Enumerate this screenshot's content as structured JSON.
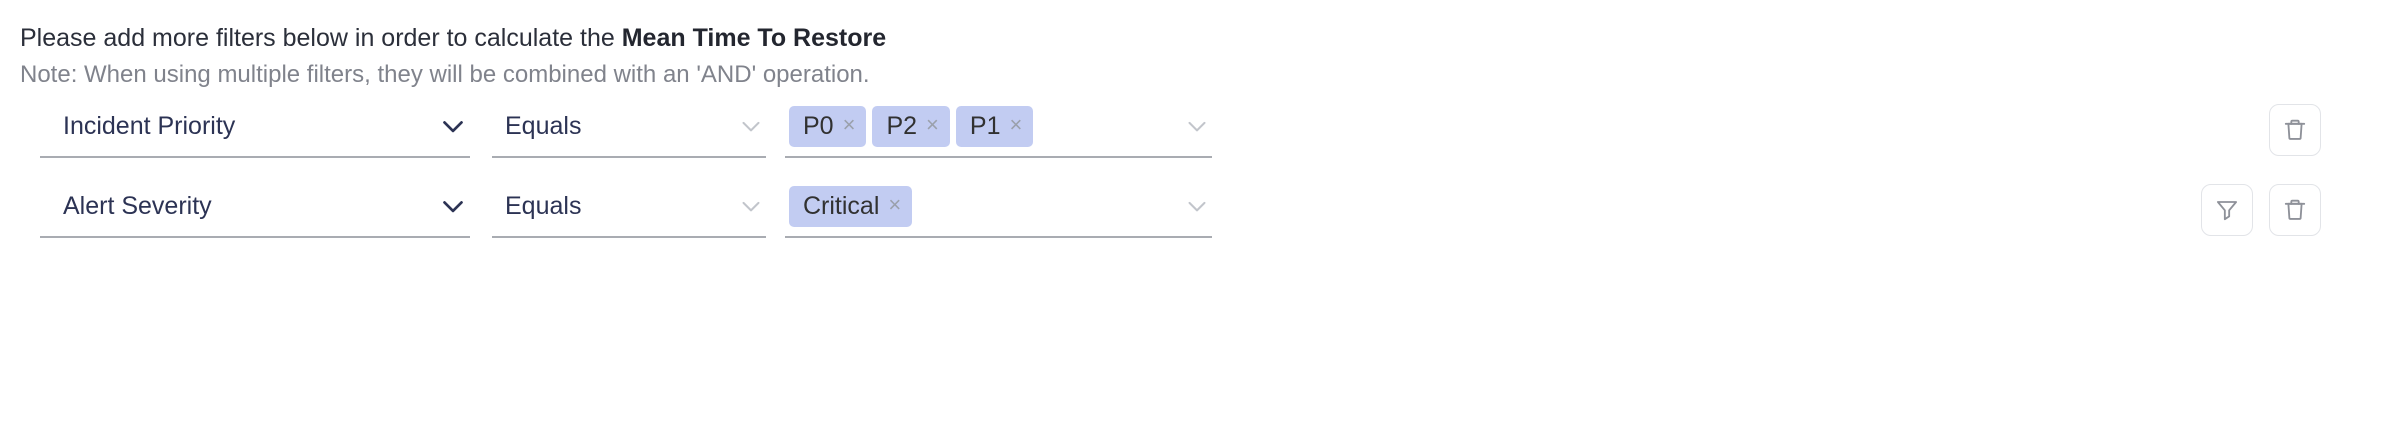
{
  "heading": {
    "text_prefix": "Please add more filters below in order to calculate the ",
    "text_strong": "Mean Time To Restore"
  },
  "note": {
    "text": "Note: When using multiple filters, they will be combined with an 'AND' operation."
  },
  "colors": {
    "tag_background": "#c2ccf2",
    "value_text": "#2c3354",
    "note_text": "#80838c",
    "underline": "#a9acb2",
    "button_border": "#e2e4e8",
    "icon_gray": "#8e9199"
  },
  "rows": [
    {
      "field": {
        "value": "Incident Priority",
        "chevron": "chevron-down-icon",
        "chevron_state": "active"
      },
      "operator": {
        "value": "Equals",
        "chevron": "chevron-down-icon",
        "chevron_state": "muted"
      },
      "value": {
        "tags": [
          {
            "label": "P0",
            "remove": "×"
          },
          {
            "label": "P2",
            "remove": "×"
          },
          {
            "label": "P1",
            "remove": "×"
          }
        ],
        "chevron": "chevron-down-icon",
        "chevron_state": "muted"
      },
      "actions": [
        {
          "name": "delete-filter-button",
          "icon": "trash-icon"
        }
      ]
    },
    {
      "field": {
        "value": "Alert Severity",
        "chevron": "chevron-down-icon",
        "chevron_state": "active"
      },
      "operator": {
        "value": "Equals",
        "chevron": "chevron-down-icon",
        "chevron_state": "muted"
      },
      "value": {
        "tags": [
          {
            "label": "Critical",
            "remove": "×"
          }
        ],
        "chevron": "chevron-down-icon",
        "chevron_state": "muted"
      },
      "actions": [
        {
          "name": "add-filter-button",
          "icon": "funnel-icon"
        },
        {
          "name": "delete-filter-button",
          "icon": "trash-icon"
        }
      ]
    }
  ]
}
